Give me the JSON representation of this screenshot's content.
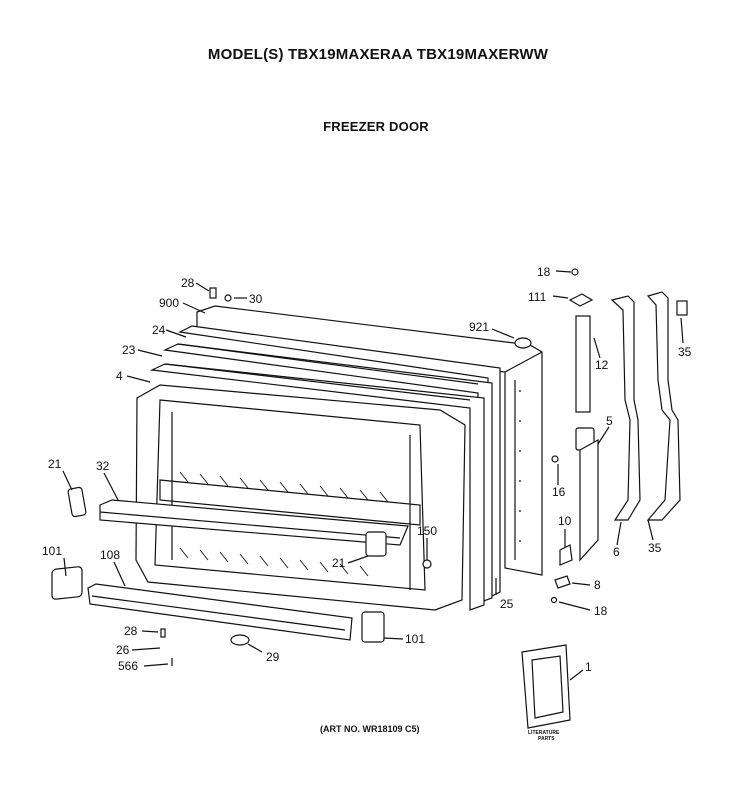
{
  "header": {
    "model_line": "MODEL(S) TBX19MAXERAA  TBX19MAXERWW",
    "section": "FREEZER DOOR"
  },
  "footer": {
    "art_no": "(ART NO. WR18109 C5)"
  },
  "literature_label": [
    "LITERATURE",
    "PARTS"
  ],
  "callouts": {
    "c28a": "28",
    "c30": "30",
    "c900": "900",
    "c24": "24",
    "c23": "23",
    "c4": "4",
    "c21a": "21",
    "c32": "32",
    "c101a": "101",
    "c108": "108",
    "c28b": "28",
    "c26": "26",
    "c566": "566",
    "c29": "29",
    "c101b": "101",
    "c21b": "21",
    "c150": "150",
    "c25": "25",
    "c921": "921",
    "c18a": "18",
    "c111": "111",
    "c12": "12",
    "c35a": "35",
    "c5": "5",
    "c16": "16",
    "c10": "10",
    "c6": "6",
    "c35b": "35",
    "c8": "8",
    "c18b": "18",
    "c1": "1"
  }
}
